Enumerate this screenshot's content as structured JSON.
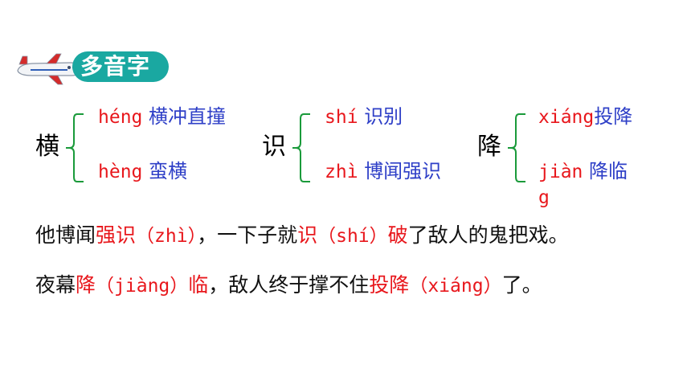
{
  "badge": {
    "title": "多音字"
  },
  "groups": [
    {
      "char": "横",
      "readings": [
        {
          "pinyin": "héng",
          "example": "横冲直撞"
        },
        {
          "pinyin": "hèng",
          "example": "蛮横"
        }
      ]
    },
    {
      "char": "识",
      "readings": [
        {
          "pinyin": "shí",
          "example": "识别"
        },
        {
          "pinyin": "zhì",
          "example": "博闻强识"
        }
      ]
    },
    {
      "char": "降",
      "readings": [
        {
          "pinyin": "xiáng",
          "example": "投降"
        },
        {
          "pinyin": "jiàn",
          "example": "降临",
          "wrap": "g"
        }
      ]
    }
  ],
  "sentences": [
    {
      "parts": [
        {
          "text": "他博闻",
          "style": "plain"
        },
        {
          "text": "强识",
          "style": "red"
        },
        {
          "text": "（zhì）",
          "style": "red-mono"
        },
        {
          "text": "，一下子就",
          "style": "plain"
        },
        {
          "text": "识",
          "style": "red"
        },
        {
          "text": "（shí）",
          "style": "red-mono"
        },
        {
          "text": "破",
          "style": "red"
        },
        {
          "text": "了敌人的鬼把戏。",
          "style": "plain"
        }
      ]
    },
    {
      "parts": [
        {
          "text": "夜幕",
          "style": "plain"
        },
        {
          "text": "降",
          "style": "red"
        },
        {
          "text": "（jiàng）",
          "style": "red-mono"
        },
        {
          "text": "临",
          "style": "red"
        },
        {
          "text": "，敌人终于撑不住",
          "style": "plain"
        },
        {
          "text": "投降",
          "style": "red"
        },
        {
          "text": "（xiáng）",
          "style": "red-mono"
        },
        {
          "text": "了。",
          "style": "plain"
        }
      ]
    }
  ]
}
